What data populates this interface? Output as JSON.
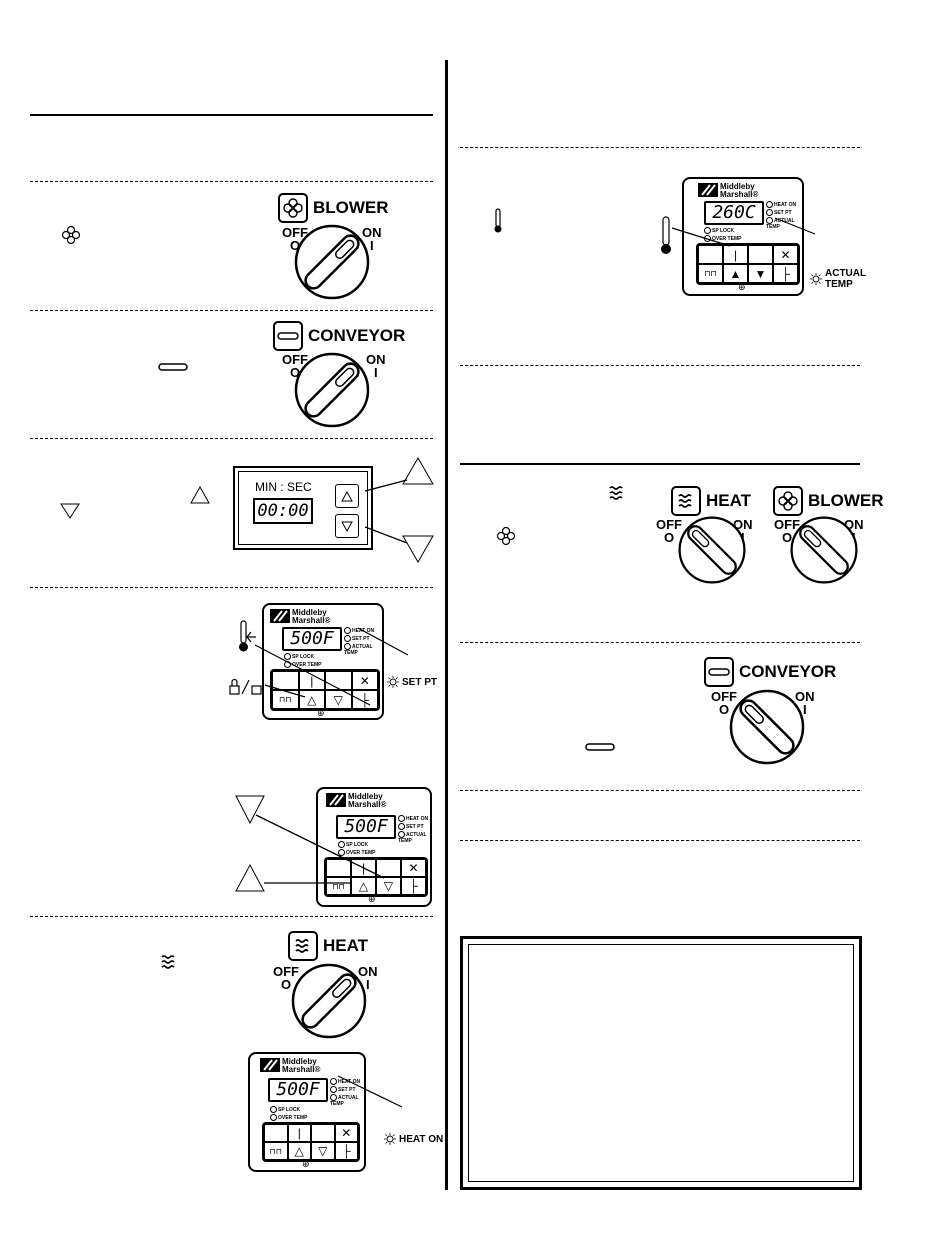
{
  "switches": {
    "blower": {
      "title": "BLOWER",
      "off_word": "OFF",
      "off_symbol": "O",
      "on_word": "ON",
      "on_symbol": "I",
      "icon": "fan-icon"
    },
    "conveyor": {
      "title": "CONVEYOR",
      "off_word": "OFF",
      "off_symbol": "O",
      "on_word": "ON",
      "on_symbol": "I",
      "icon": "conveyor-belt-icon"
    },
    "heat": {
      "title": "HEAT",
      "off_word": "OFF",
      "off_symbol": "O",
      "on_word": "ON",
      "on_symbol": "I",
      "icon": "heat-waves-icon"
    }
  },
  "timer": {
    "label": "MIN : SEC",
    "display": "00:00",
    "up_icon": "up-triangle-icon",
    "down_icon": "down-triangle-icon"
  },
  "controller": {
    "brand_line1": "Middleby",
    "brand_line2": "Marshall",
    "brand_mark": "®",
    "indicators": [
      "HEAT ON",
      "SET PT",
      "ACTUAL TEMP"
    ],
    "status": [
      "SP LOCK",
      "OVER TEMP"
    ],
    "display_setpoint": "500F",
    "display_actual": "260C"
  },
  "callouts": {
    "set_pt": "SET PT",
    "heat_on": "HEAT ON",
    "actual_temp_line1": "ACTUAL",
    "actual_temp_line2": "TEMP"
  },
  "colors": {
    "ink": "#000000",
    "paper": "#ffffff"
  }
}
